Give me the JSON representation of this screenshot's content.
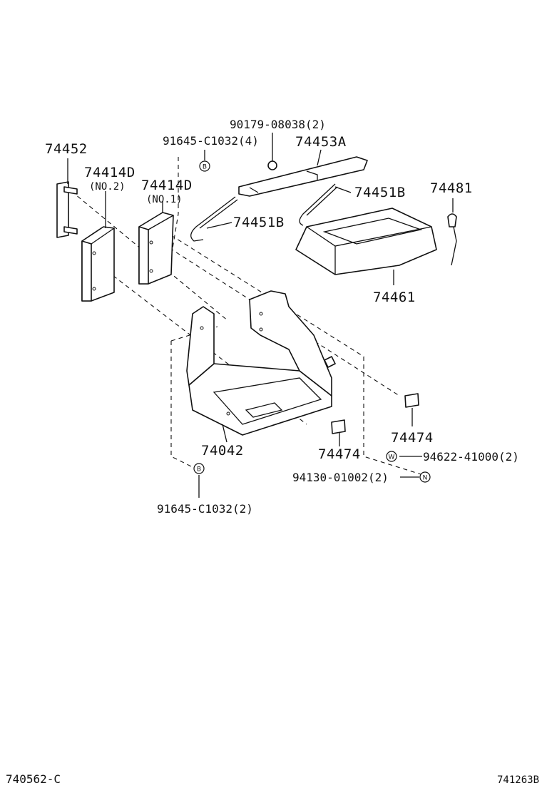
{
  "labels": {
    "p90179": "90179-08038(2)",
    "p91645_top": "91645-C1032(4)",
    "p74453A": "74453A",
    "p74452": "74452",
    "p74414D_no2": "74414D",
    "no2": "(NO.2)",
    "p74414D_no1": "74414D",
    "no1": "(NO.1)",
    "p74451B_right": "74451B",
    "p74481": "74481",
    "p74451B_left": "74451B",
    "p74461": "74461",
    "p74474_right": "74474",
    "p74042": "74042",
    "p74474_left": "74474",
    "p94622": "94622-41000(2)",
    "p94130": "94130-01002(2)",
    "p91645_bottom": "91645-C1032(2)"
  },
  "symbols": {
    "b_top": "B",
    "b_bottom": "B",
    "w": "W",
    "n": "N"
  },
  "footer": {
    "left": "740562-C",
    "right": "741263B"
  }
}
